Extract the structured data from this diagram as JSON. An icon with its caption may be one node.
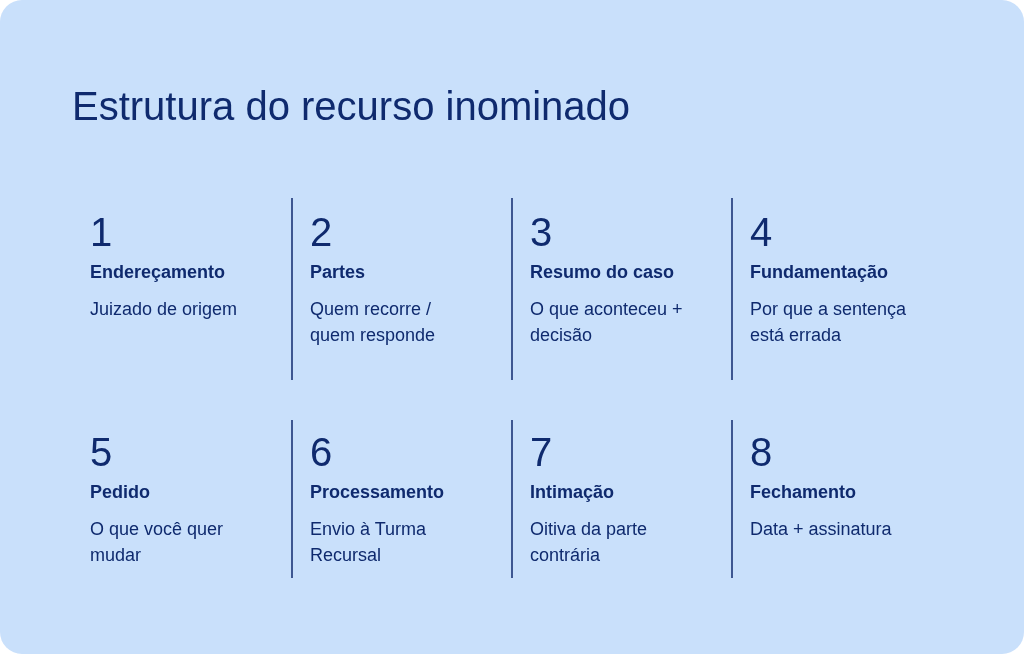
{
  "diagram": {
    "title": "Estrutura do recurso inominado",
    "labels": [
      "1",
      "Endereçamento",
      "Juizado de origem",
      "2",
      "Partes",
      "Quem recorre / quem responde",
      "3",
      "Resumo do caso",
      "O que aconteceu + decisão",
      "4",
      "Fundamentação",
      "Por que a sentença está errada",
      "5",
      "Pedido",
      "O que você quer mudar",
      "6",
      "Processamento",
      "Envio à Turma Recursal",
      "7",
      "Intimação",
      "Oitiva da parte contrária",
      "8",
      "Fechamento",
      "Data + assinatura"
    ]
  }
}
